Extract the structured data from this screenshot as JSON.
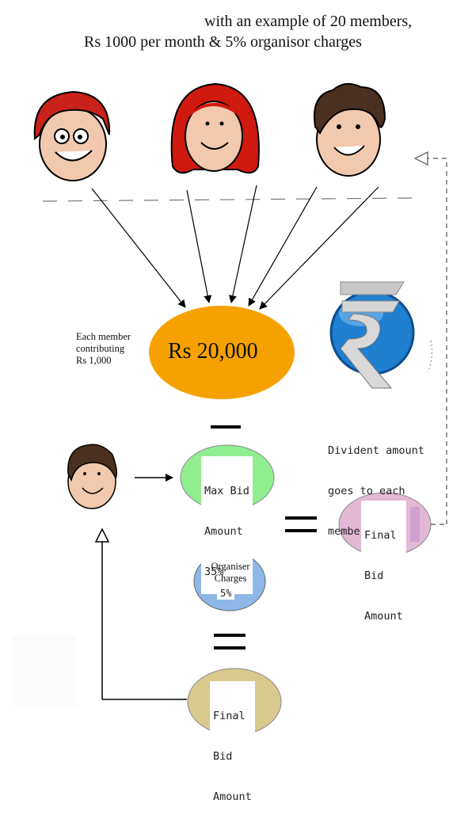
{
  "title": {
    "line1": "with an example of 20 members,",
    "line2": "Rs 1000 per month & 5% organisor charges"
  },
  "pool": {
    "amount": "Rs 20,000",
    "note_line1": "Each member",
    "note_line2": "contributing",
    "note_line3": "Rs 1,000"
  },
  "max_bid": {
    "line1": "Max Bid",
    "line2": "Amount",
    "line3": "35%"
  },
  "organiser": {
    "line1": "Organiser",
    "line2": "Charges",
    "line3": "5%"
  },
  "final_bid_bottom": {
    "line1": "Final",
    "line2": "Bid",
    "line3": "Amount"
  },
  "final_bid_right": {
    "line1": "Final",
    "line2": "Bid",
    "line3": "Amount"
  },
  "dividend": {
    "line1": "Divident amount",
    "line2": "goes to each",
    "line3": "member"
  },
  "colors": {
    "pool": "#f7a100",
    "max_bid": "#90ee90",
    "organiser": "#8fb8e8",
    "final_bottom": "#d8c98f",
    "final_right": "#e3b8d4"
  },
  "icons": [
    "member-red-cap-glasses-icon",
    "member-red-hair-icon",
    "member-curly-hair-icon",
    "bidder-member-icon",
    "rupee-logo-icon"
  ]
}
